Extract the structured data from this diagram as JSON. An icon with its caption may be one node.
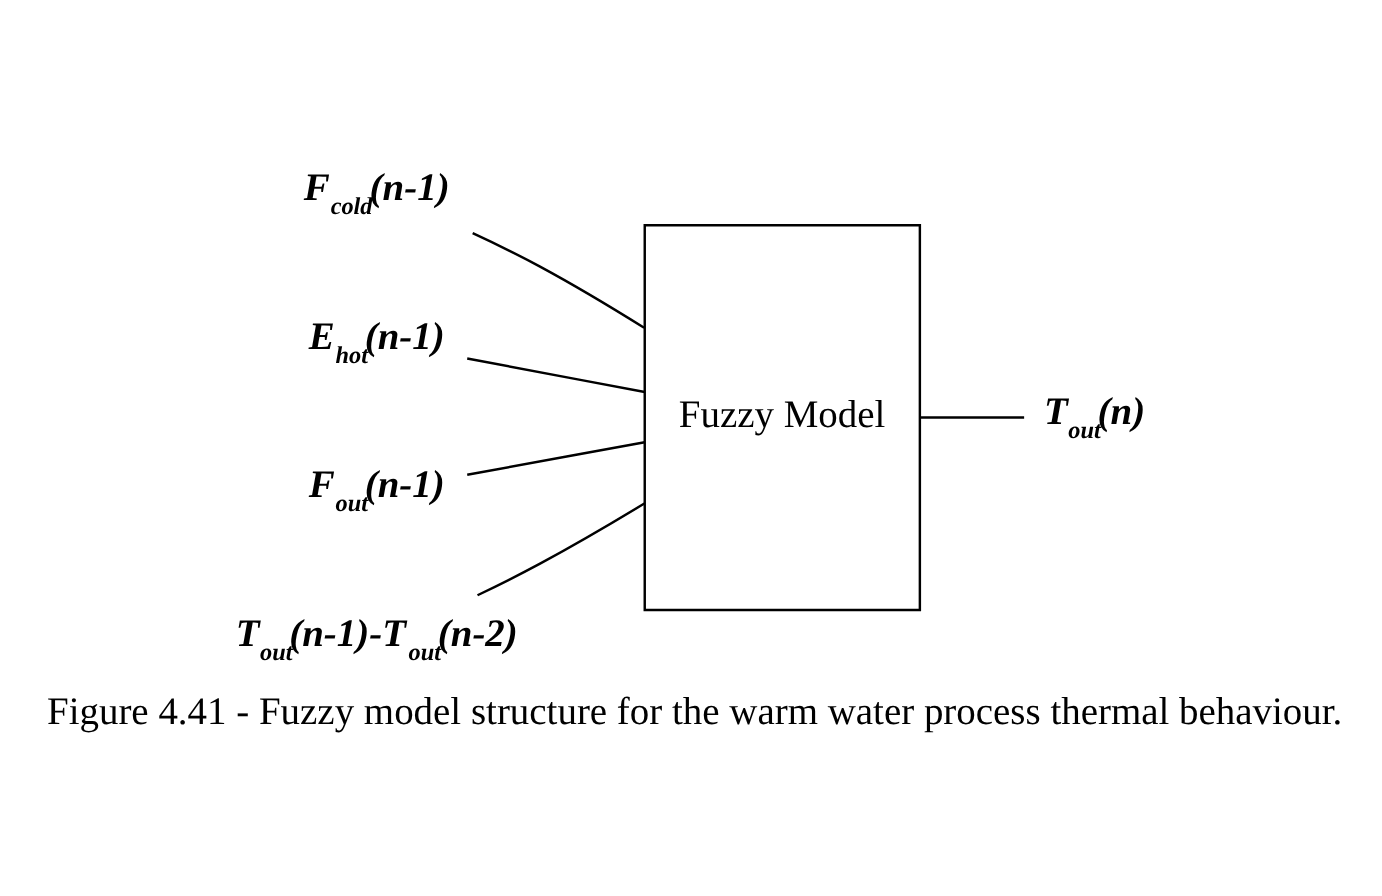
{
  "diagram": {
    "caption": "Figure 4.41 - Fuzzy model structure for the warm water process thermal behaviour.",
    "nodes": [
      {
        "text": [
          "F$_{cold}$(n-1)"
        ]
      },
      {
        "text": [
          "E$_{hot}$(n-1)"
        ]
      },
      {
        "text": [
          "F$_{out}$(n-1)"
        ]
      },
      {
        "text": [
          "T$_{out}$(n-1)-T$_{out}$(n-2)"
        ]
      },
      {
        "text": [
          "Fuzzy Model"
        ]
      },
      {
        "text": [
          "T$_{out}$(n)"
        ]
      }
    ],
    "edges": [
      {
        "from": 0,
        "to": 4,
        "arrow": "none"
      },
      {
        "from": 1,
        "to": 4,
        "arrow": "none"
      },
      {
        "from": 2,
        "to": 4,
        "arrow": "none"
      },
      {
        "from": 3,
        "to": 4,
        "arrow": "none"
      },
      {
        "from": 4,
        "to": 5,
        "arrow": "none"
      }
    ]
  }
}
